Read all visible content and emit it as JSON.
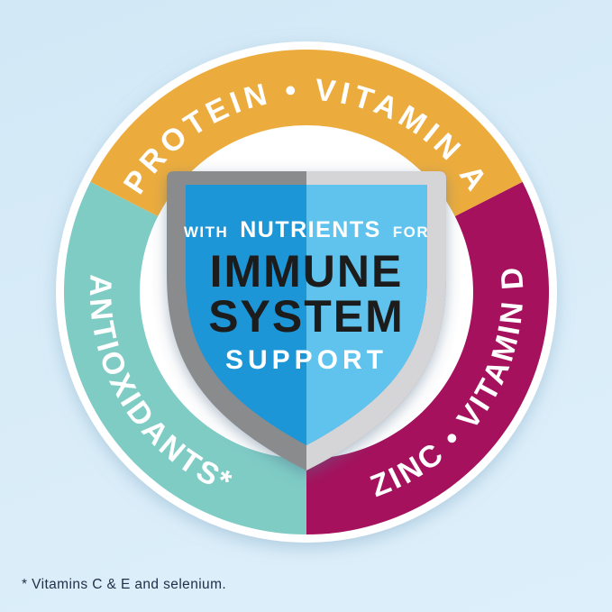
{
  "title": "Immune system support badge",
  "background": {
    "color_top": "#d2e8f6",
    "color_bottom": "#ddeffa"
  },
  "ring": {
    "rim_color": "#ffffff",
    "label_color": "#ffffff",
    "segments": [
      {
        "id": "protein-vitamin-a",
        "label": "PROTEIN • VITAMIN A",
        "color": "#ecac3d"
      },
      {
        "id": "antioxidants",
        "label": "ANTIOXIDANTS*",
        "color": "#7fccc5"
      },
      {
        "id": "zinc-vitamin-d",
        "label": "ZINC • VITAMIN D",
        "color": "#a5115c"
      }
    ]
  },
  "shield": {
    "border_left_color": "#8a8b8d",
    "border_right_color": "#d5d4d6",
    "fill_left_color": "#1e96d6",
    "fill_right_color": "#5fc3ee",
    "line1": {
      "prefix": "WITH",
      "main": "NUTRIENTS",
      "suffix": "FOR",
      "color": "#ffffff"
    },
    "line2": "IMMUNE",
    "line3": "SYSTEM",
    "line4": "SUPPORT",
    "headline_color": "#1d1d1b"
  },
  "footnote": {
    "text": "* Vitamins C & E and selenium.",
    "color": "#22304a"
  }
}
